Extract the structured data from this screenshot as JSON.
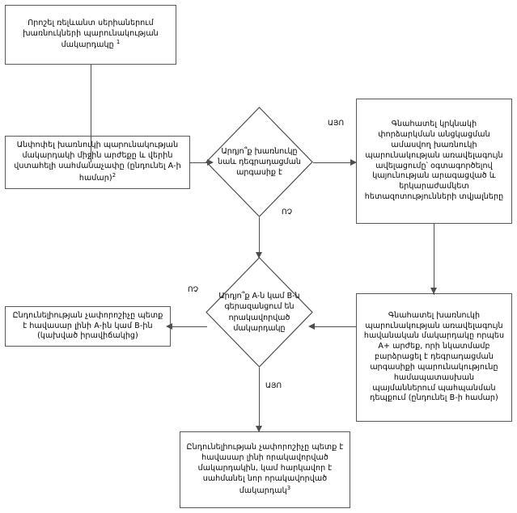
{
  "diagram": {
    "title": "Impurity qualification decision flowchart (Armenian)",
    "language": "hy",
    "colors": {
      "node_border": "#595959",
      "line": "#4d4d4d",
      "background": "#ffffff",
      "text": "#000000"
    },
    "nodes": {
      "top": {
        "id": "determine-impurity-level",
        "shape": "process",
        "text": "Որոշել ռելևանտ սերիաներում խառնուկների պարունակության մակարդակը ¹"
      },
      "left_mid": {
        "id": "define-mean-and-upper-limit",
        "shape": "process",
        "text": "Անփոփել խառնուկի պարունակության մակարդակի միջին արժեքը և վերին վստահելի սահմանաչափը (ընդունել A-ի համար)²"
      },
      "decision_1": {
        "id": "is-impurity-degradation-product",
        "shape": "decision",
        "text": "Արդյո՞ք խառնուկը նաև դեգրադացման արգասիք է"
      },
      "right_upper": {
        "id": "estimate-max-increase-in-retest-period",
        "shape": "process",
        "text": "Գնահատել կրկնակի փորձարկման անցկացման ամասվող խառնուկի պարունակության առավելագույն ավելացումը՝ օգտագործելով կայունության արագացված և երկարաժամկետ հետազոտությունների տվյալները"
      },
      "right_lower": {
        "id": "estimate-max-probable-level-a-plus",
        "shape": "process",
        "text": "Գնահատել խառնուկի պարունակության առավելագույն հավանական մակարդակը որպես A+ արժեք, որի նկատմամբ բարձրացել է դեգրադացման արգասիքի պարունակությունը համապատասխան պայմաններում պահպանման դեպքում (ընդունել B-ի համար)"
      },
      "decision_2": {
        "id": "does-a-or-b-exceed-qualified-level",
        "shape": "decision",
        "text": "Արդյո՞ք A-ն կամ B-ն գերազանցում են որակավորված մակարդակը"
      },
      "left_lower": {
        "id": "acceptance-criterion-equals-a-or-b",
        "shape": "process",
        "text": "Ընդունելիության չափորոշիչը պետք է հավասար լինի A-ին կամ B-ին (կախված իրավիճակից)"
      },
      "bottom": {
        "id": "acceptance-criterion-equals-qualified-level",
        "shape": "process",
        "text": "Ընդունելիության չափորոշիչը պետք է հավասար լինի որակավորված մակարդակին, կամ հարկավոր է սահմանել նոր որակավորված մակարդակ³"
      }
    },
    "edge_labels": {
      "yes_1": "ԱՅՈ",
      "no_1": "ՈՉ",
      "no_2": "ՈՉ",
      "yes_2": "ԱՅՈ"
    }
  }
}
